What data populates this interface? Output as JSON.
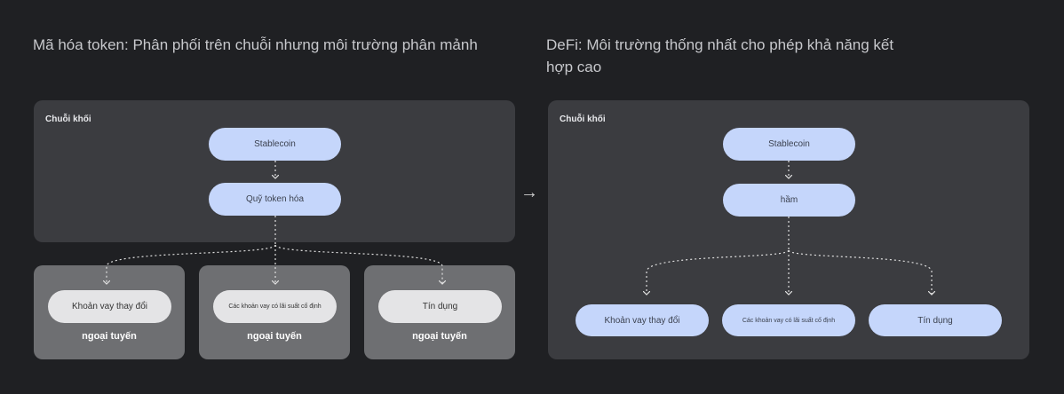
{
  "left": {
    "title": "Mã hóa token: Phân phối trên chuỗi nhưng môi trường phân mảnh",
    "chain_label": "Chuỗi khối",
    "stablecoin": "Stablecoin",
    "fund": "Quỹ token hóa",
    "offchain": [
      {
        "product": "Khoản vay thay đổi",
        "status": "ngoại tuyến"
      },
      {
        "product": "Các khoản vay có lãi suất cố định",
        "status": "ngoại tuyến"
      },
      {
        "product": "Tín dụng",
        "status": "ngoại tuyến"
      }
    ]
  },
  "arrow": "→",
  "right": {
    "title": "DeFi: Môi trường thống nhất cho phép khả năng kết hợp cao",
    "chain_label": "Chuỗi khối",
    "stablecoin": "Stablecoin",
    "vault": "hầm",
    "products": [
      "Khoản vay thay đổi",
      "Các khoản vay có lãi suất cố định",
      "Tín dụng"
    ]
  },
  "colors": {
    "background": "#1f2023",
    "panel": "#3b3c40",
    "offchain_box": "#6e6f72",
    "pill_blue": "#c5d6fb",
    "pill_white": "#e4e4e6"
  }
}
